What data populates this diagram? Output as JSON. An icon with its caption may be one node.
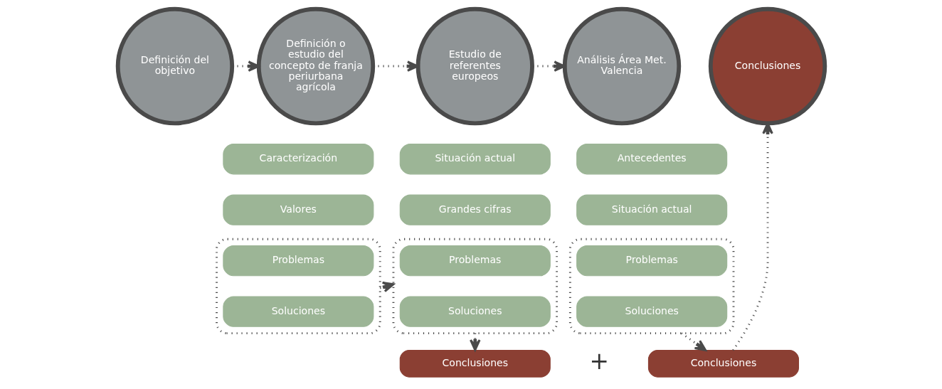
{
  "diagram": {
    "nodes": [
      {
        "text": [
          "Definición del objetivo"
        ]
      },
      {
        "text": [
          "Definición o estudio del concepto de franja periurbana agrícola"
        ]
      },
      {
        "text": [
          "Estudio de referentes europeos"
        ]
      },
      {
        "text": [
          "Análisis Área Met. Valencia"
        ]
      },
      {
        "text": [
          "Conclusiones"
        ]
      },
      {
        "text": [
          "Caracterización"
        ]
      },
      {
        "text": [
          "Valores"
        ]
      },
      {
        "text": [],
        "shape": "box"
      },
      {
        "text": [
          "Problemas"
        ],
        "in": 7
      },
      {
        "text": [
          "Soluciones"
        ],
        "in": 7
      },
      {
        "text": [
          "Situación actual"
        ]
      },
      {
        "text": [
          "Grandes cifras"
        ]
      },
      {
        "text": [],
        "shape": "box"
      },
      {
        "text": [
          "Problemas"
        ],
        "in": 12
      },
      {
        "text": [
          "Soluciones"
        ],
        "in": 12
      },
      {
        "text": [
          "Antecedentes"
        ]
      },
      {
        "text": [
          "Situación actual"
        ]
      },
      {
        "text": [],
        "shape": "box"
      },
      {
        "text": [
          "Problemas"
        ],
        "in": 17
      },
      {
        "text": [
          "Soluciones"
        ],
        "in": 17
      },
      {
        "text": [
          "Conclusiones"
        ]
      },
      {
        "text": [
          "Conclusiones"
        ]
      }
    ],
    "edges": [
      {
        "from": 0,
        "to": 1,
        "arrow": "to"
      },
      {
        "from": 1,
        "to": 2,
        "arrow": "to"
      },
      {
        "from": 2,
        "to": 3,
        "arrow": "to"
      },
      {
        "from": 7,
        "to": 12,
        "arrow": "to"
      },
      {
        "from": 12,
        "to": 20,
        "arrow": "to"
      },
      {
        "from": 17,
        "to": 21,
        "arrow": "to"
      },
      {
        "from": 21,
        "to": 4,
        "arrow": "to"
      }
    ],
    "labels": [
      "+"
    ]
  }
}
